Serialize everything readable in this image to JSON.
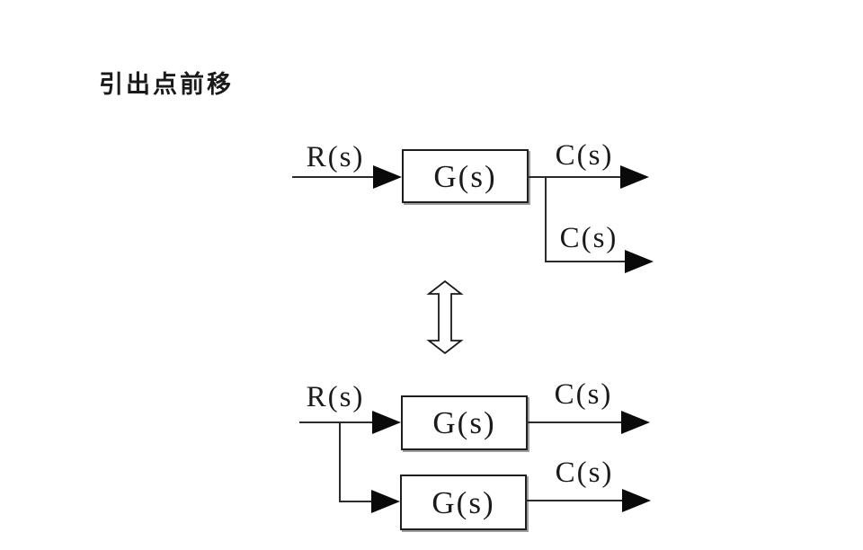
{
  "title": "引出点前移",
  "colors": {
    "background": "#ffffff",
    "line": "#2b2b2b",
    "arrow": "#0a0a0a",
    "box_border": "#1f1f1f",
    "box_shadow": "#9e9e9e",
    "text": "#1a1a1a"
  },
  "top_diagram": {
    "input_label": "R(s)",
    "block_label": "G(s)",
    "output_label": "C(s)",
    "branch_output_label": "C(s)"
  },
  "equivalence": {
    "icon": "double-vertical-hollow-arrow"
  },
  "bottom_diagram": {
    "input_label": "R(s)",
    "upper_block_label": "G(s)",
    "lower_block_label": "G(s)",
    "upper_output_label": "C(s)",
    "lower_output_label": "C(s)"
  }
}
